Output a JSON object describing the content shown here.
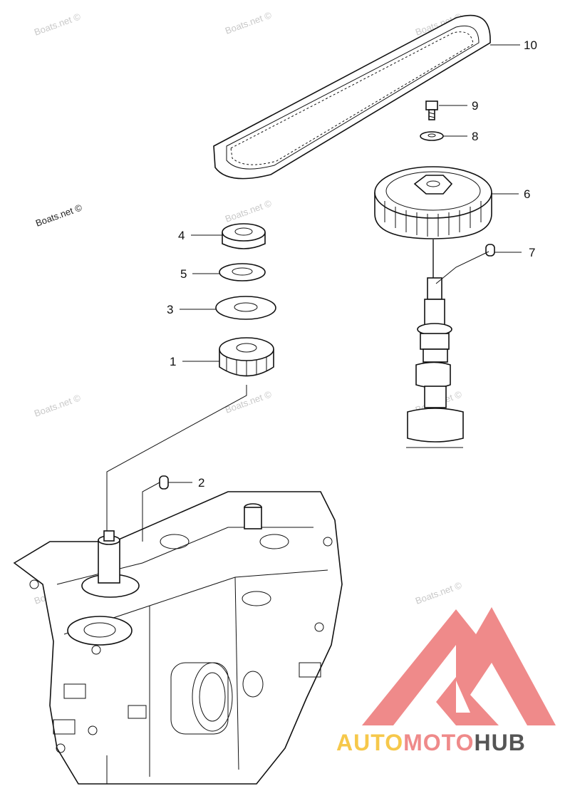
{
  "callouts": [
    {
      "id": "1",
      "label": "1"
    },
    {
      "id": "2",
      "label": "2"
    },
    {
      "id": "3",
      "label": "3"
    },
    {
      "id": "4",
      "label": "4"
    },
    {
      "id": "5",
      "label": "5"
    },
    {
      "id": "6",
      "label": "6"
    },
    {
      "id": "7",
      "label": "7"
    },
    {
      "id": "8",
      "label": "8"
    },
    {
      "id": "9",
      "label": "9"
    },
    {
      "id": "10",
      "label": "10"
    }
  ],
  "watermark": {
    "text": "Boats.net ©"
  },
  "logo": {
    "part1": "AUTO",
    "part2": "MOTO",
    "part3": "HUB",
    "color1": "#f6c84b",
    "color2": "#ef8a8a",
    "color3": "#555555"
  }
}
